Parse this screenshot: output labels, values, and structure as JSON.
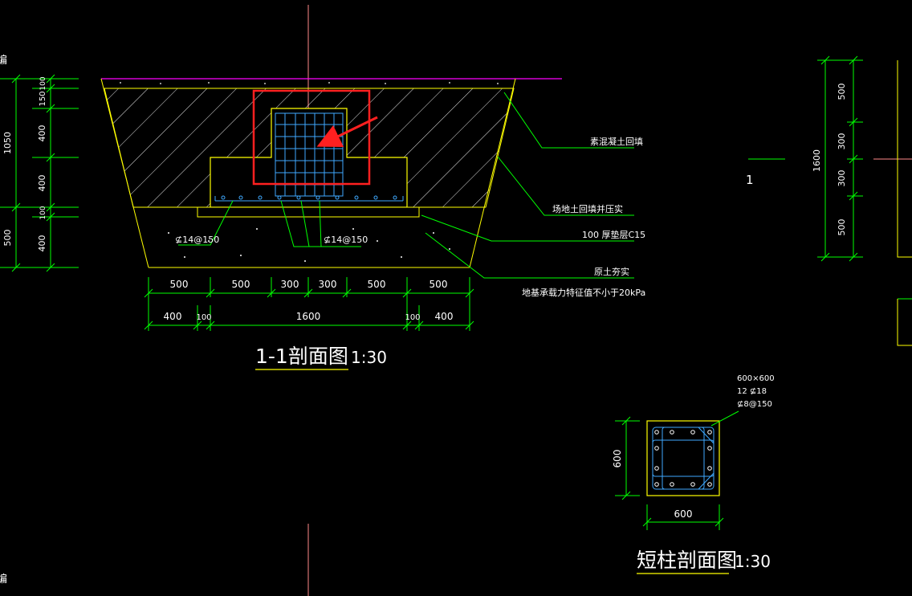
{
  "colors": {
    "background": "#000000",
    "yellow": "#ffff00",
    "green": "#00ff00",
    "white": "#ffffff",
    "red": "#ff2020",
    "cyan": "#3fa9ff",
    "magenta": "#ff00ff",
    "crosshair": "#ff8a8a"
  },
  "section_1_1": {
    "title": "1-1剖面图",
    "scale": "1:30",
    "callouts": {
      "concrete_fill": "素混凝土回填",
      "site_backfill": "场地土回填并压实",
      "cushion": "100 厚垫层C15",
      "soil": "原土夯实",
      "bearing": "地基承载力特征值不小于20kPa"
    },
    "rebar_left": "⊈14@150",
    "rebar_right": "⊈14@150",
    "dims_top": [
      "500",
      "500",
      "300",
      "300",
      "500",
      "500"
    ],
    "dims_bottom": [
      "400",
      "100",
      "1600",
      "100",
      "400"
    ],
    "left_dims": {
      "total": "1050",
      "lower": "500",
      "v100a": "100",
      "v150": "150",
      "v400a": "400",
      "v400b": "400",
      "v100b": "100",
      "v400c": "400"
    }
  },
  "column_section": {
    "title": "短柱剖面图",
    "scale": "1:30",
    "spec": [
      "600×600",
      "12 ⊈18",
      "⊈8@150"
    ],
    "width": "600",
    "height": "600"
  },
  "right_plan": {
    "total": "1600",
    "segments": [
      "500",
      "300",
      "300",
      "500"
    ],
    "label": "1"
  },
  "edge_fragments": {
    "top_left": "编",
    "bottom_left": "编"
  }
}
